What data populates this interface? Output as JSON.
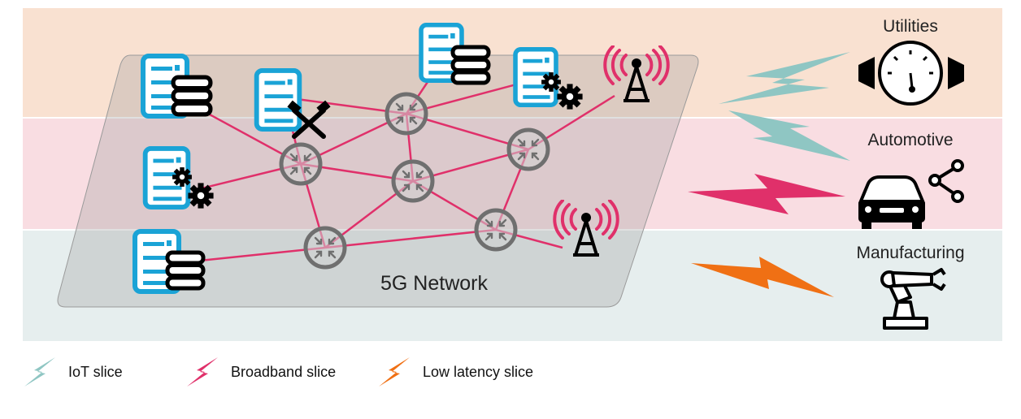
{
  "colors": {
    "band_top": "#f9e1d1",
    "band_mid": "#f9dde2",
    "band_bottom": "#e6eeee",
    "network_fill": "#9e9e9e",
    "link": "#e0306a",
    "server": "#1aa3d6",
    "router": "#6f6f6f",
    "antenna": "#e0306a",
    "iot": "#8fc6c3",
    "broadband": "#e0306a",
    "low_latency": "#f07014"
  },
  "network": {
    "label": "5G Network"
  },
  "sectors": [
    {
      "label": "Utilities",
      "icon": "gauge-icon"
    },
    {
      "label": "Automotive",
      "icon": "connected-car-icon"
    },
    {
      "label": "Manufacturing",
      "icon": "robot-arm-icon"
    }
  ],
  "legend": [
    {
      "label": "IoT slice",
      "icon": "iot-slice-bolt-icon"
    },
    {
      "label": "Broadband slice",
      "icon": "broadband-slice-bolt-icon"
    },
    {
      "label": "Low latency slice",
      "icon": "low-latency-slice-bolt-icon"
    }
  ]
}
